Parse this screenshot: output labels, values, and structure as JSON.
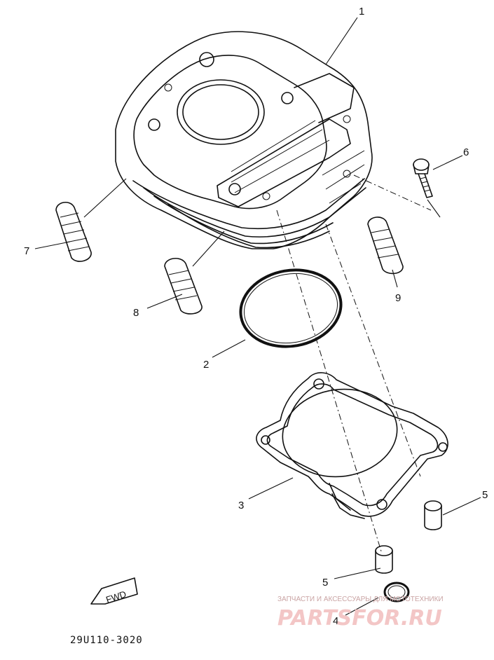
{
  "diagram": {
    "callouts": [
      {
        "id": "1",
        "text": "1"
      },
      {
        "id": "2",
        "text": "2"
      },
      {
        "id": "3",
        "text": "3"
      },
      {
        "id": "4",
        "text": "4"
      },
      {
        "id": "5a",
        "text": "5"
      },
      {
        "id": "5b",
        "text": "5"
      },
      {
        "id": "6",
        "text": "6"
      },
      {
        "id": "7",
        "text": "7"
      },
      {
        "id": "8",
        "text": "8"
      },
      {
        "id": "9",
        "text": "9"
      }
    ],
    "fwd_label": "FWD",
    "drawing_code": "29U110-3020"
  },
  "watermark": {
    "tagline": "ЗАПЧАСТИ И АКСЕССУАРЫ ДЛЯ МОТОТЕХНИКИ",
    "brand": "PARTSFOR.RU",
    "color": "#f3c6c6"
  }
}
